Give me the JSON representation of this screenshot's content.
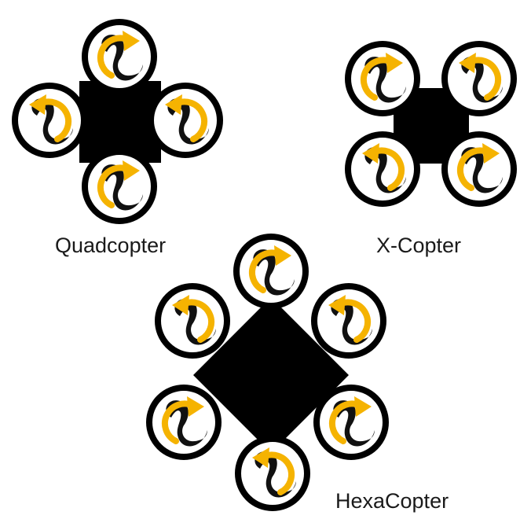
{
  "colors": {
    "frame": "#000000",
    "rotor_fill": "#ffffff",
    "arrow": "#f5b301",
    "blade": "#111111",
    "background": "#ffffff"
  },
  "icons": {
    "rotor": "rotor-circle-icon",
    "rotation_arrow": "rotation-arrow-icon",
    "propeller": "propeller-blade-icon"
  },
  "quadcopter": {
    "label": "Quadcopter",
    "rotors": [
      {
        "id": "top",
        "rotation": "cw"
      },
      {
        "id": "right",
        "rotation": "ccw"
      },
      {
        "id": "bottom",
        "rotation": "cw"
      },
      {
        "id": "left",
        "rotation": "ccw"
      }
    ]
  },
  "xcopter": {
    "label": "X-Copter",
    "rotors": [
      {
        "id": "top-left",
        "rotation": "cw"
      },
      {
        "id": "top-right",
        "rotation": "ccw"
      },
      {
        "id": "bottom-right",
        "rotation": "cw"
      },
      {
        "id": "bottom-left",
        "rotation": "ccw"
      }
    ]
  },
  "hexacopter": {
    "label": "HexaCopter",
    "rotors": [
      {
        "id": "top",
        "rotation": "cw"
      },
      {
        "id": "upper-right",
        "rotation": "ccw"
      },
      {
        "id": "lower-right",
        "rotation": "cw"
      },
      {
        "id": "bottom",
        "rotation": "ccw"
      },
      {
        "id": "lower-left",
        "rotation": "cw"
      },
      {
        "id": "upper-left",
        "rotation": "ccw"
      }
    ]
  }
}
